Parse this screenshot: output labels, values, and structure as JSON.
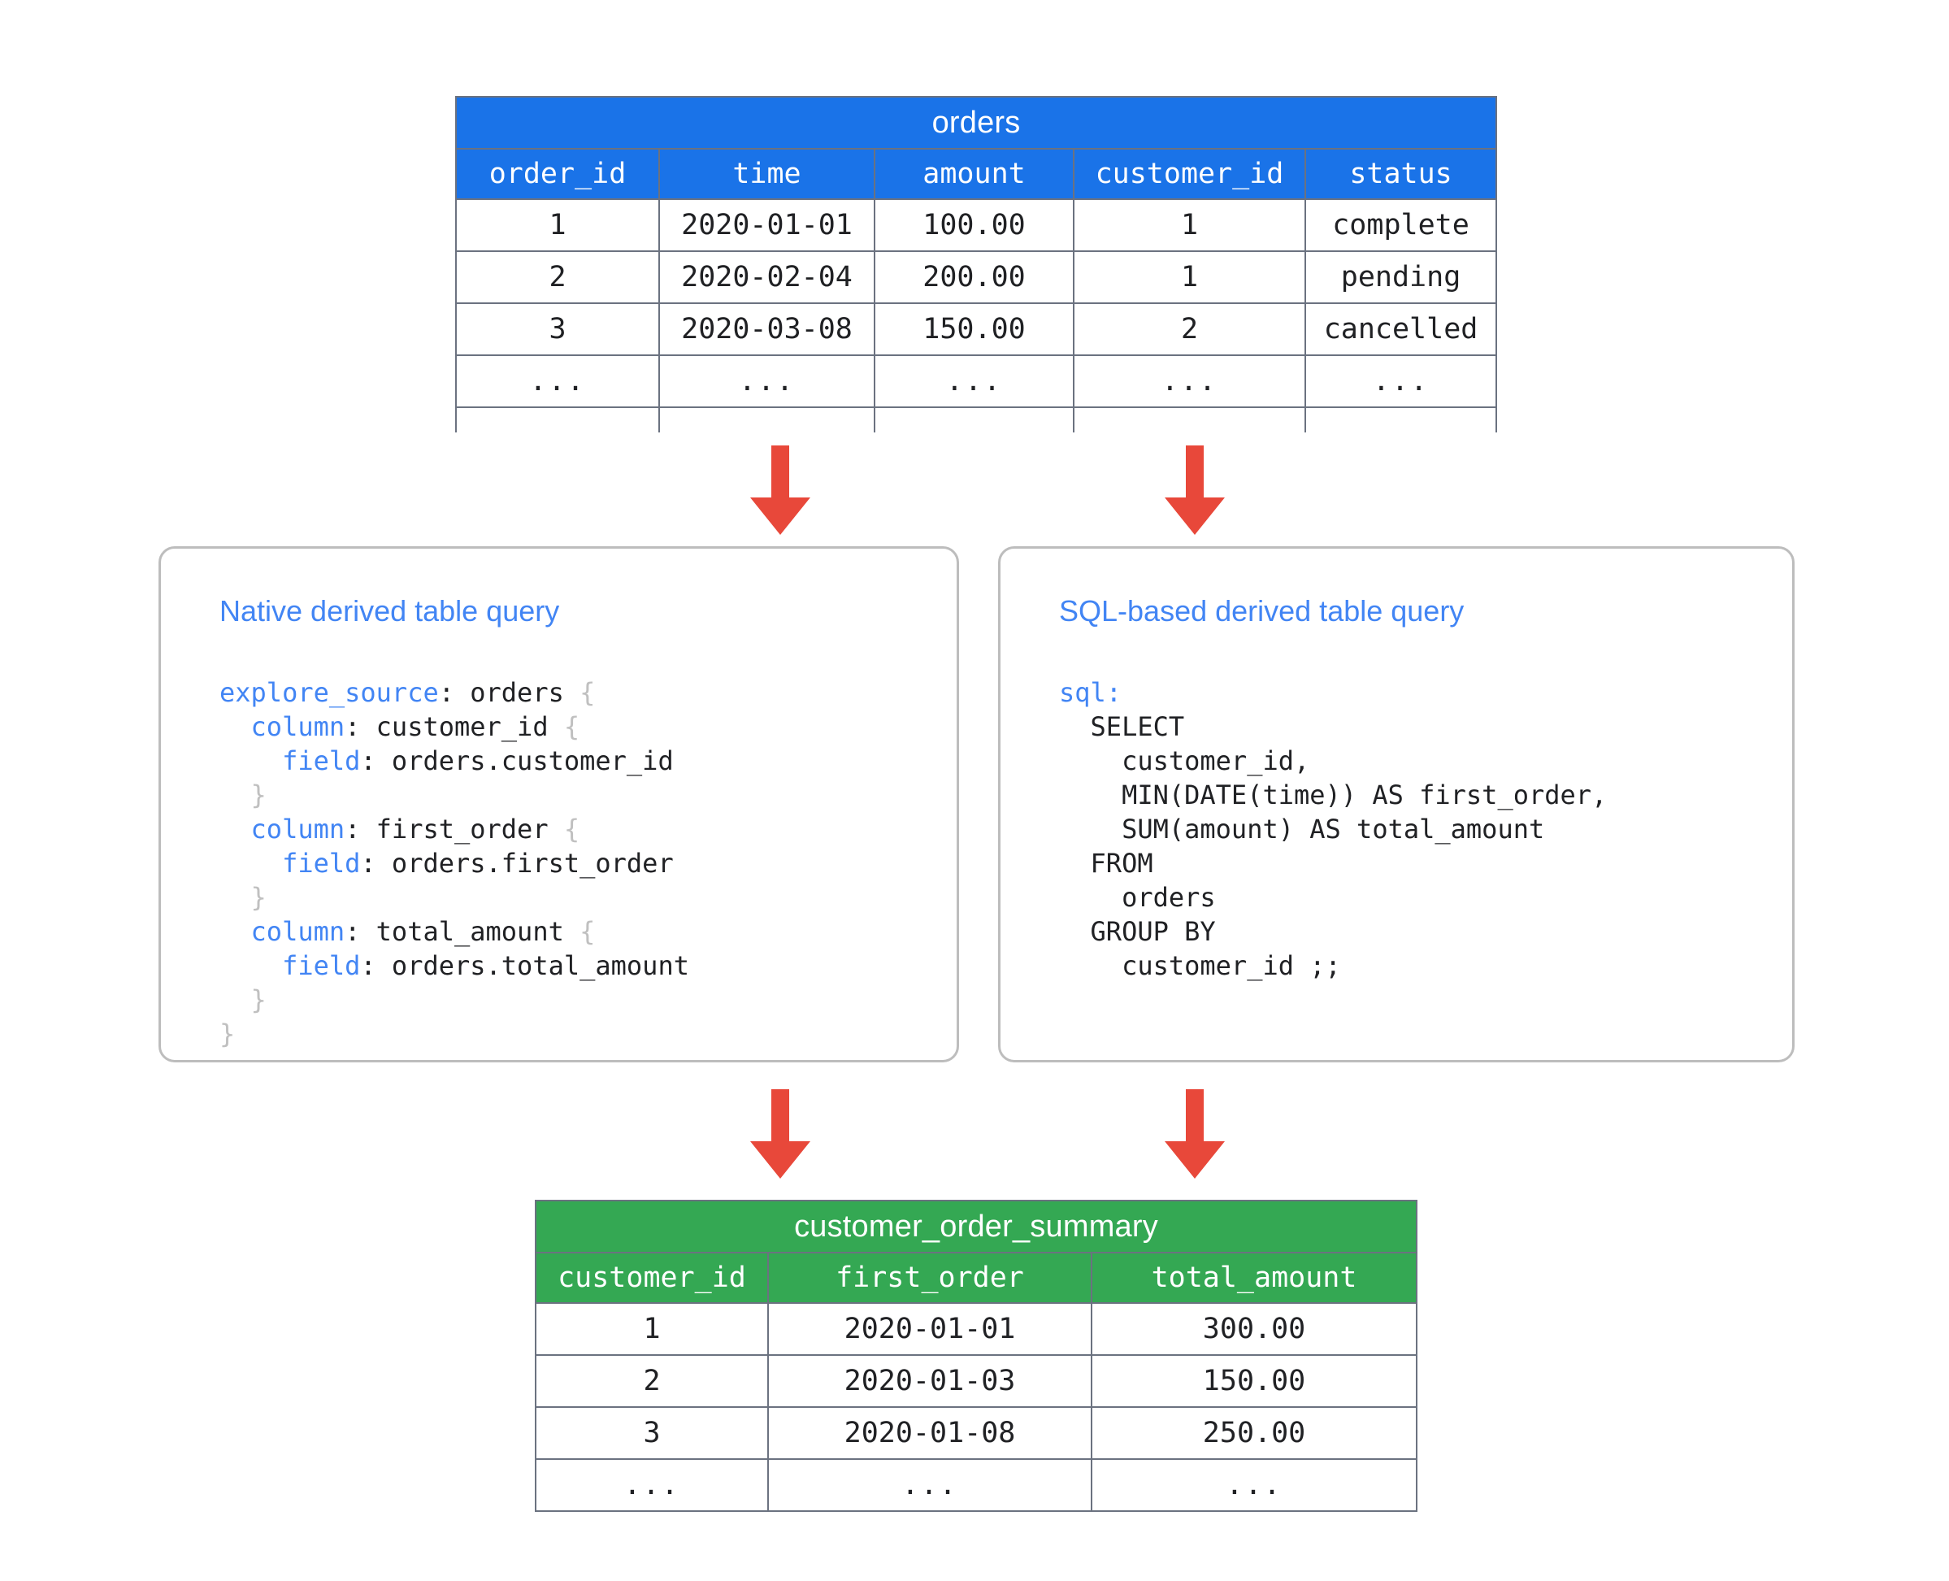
{
  "diagram": {
    "title": "Looker derived table diagram",
    "accent_blue": "#1a73e8",
    "accent_green": "#34a853",
    "arrow_color": "#e8483a",
    "card_title_color": "#4285f4"
  },
  "source_table": {
    "name": "orders",
    "columns": [
      "order_id",
      "time",
      "amount",
      "customer_id",
      "status"
    ],
    "rows": [
      [
        "1",
        "2020-01-01",
        "100.00",
        "1",
        "complete"
      ],
      [
        "2",
        "2020-02-04",
        "200.00",
        "1",
        "pending"
      ],
      [
        "3",
        "2020-03-08",
        "150.00",
        "2",
        "cancelled"
      ],
      [
        "...",
        "...",
        "...",
        "...",
        "..."
      ]
    ]
  },
  "result_table": {
    "name": "customer_order_summary",
    "columns": [
      "customer_id",
      "first_order",
      "total_amount"
    ],
    "rows": [
      [
        "1",
        "2020-01-01",
        "300.00"
      ],
      [
        "2",
        "2020-01-03",
        "150.00"
      ],
      [
        "3",
        "2020-01-08",
        "250.00"
      ],
      [
        "...",
        "...",
        "..."
      ]
    ]
  },
  "native_card": {
    "title": "Native derived table query",
    "code_lines": [
      [
        {
          "t": "explore_source",
          "c": "kw"
        },
        {
          "t": ": orders ",
          "c": ""
        },
        {
          "t": "{",
          "c": "brc"
        }
      ],
      [
        {
          "t": "  ",
          "c": ""
        },
        {
          "t": "column",
          "c": "kw"
        },
        {
          "t": ": customer_id ",
          "c": ""
        },
        {
          "t": "{",
          "c": "brc"
        }
      ],
      [
        {
          "t": "    ",
          "c": ""
        },
        {
          "t": "field",
          "c": "kw"
        },
        {
          "t": ": orders.customer_id",
          "c": ""
        }
      ],
      [
        {
          "t": "  ",
          "c": ""
        },
        {
          "t": "}",
          "c": "brc"
        }
      ],
      [
        {
          "t": "  ",
          "c": ""
        },
        {
          "t": "column",
          "c": "kw"
        },
        {
          "t": ": first_order ",
          "c": ""
        },
        {
          "t": "{",
          "c": "brc"
        }
      ],
      [
        {
          "t": "    ",
          "c": ""
        },
        {
          "t": "field",
          "c": "kw"
        },
        {
          "t": ": orders.first_order",
          "c": ""
        }
      ],
      [
        {
          "t": "  ",
          "c": ""
        },
        {
          "t": "}",
          "c": "brc"
        }
      ],
      [
        {
          "t": "  ",
          "c": ""
        },
        {
          "t": "column",
          "c": "kw"
        },
        {
          "t": ": total_amount ",
          "c": ""
        },
        {
          "t": "{",
          "c": "brc"
        }
      ],
      [
        {
          "t": "    ",
          "c": ""
        },
        {
          "t": "field",
          "c": "kw"
        },
        {
          "t": ": orders.total_amount",
          "c": ""
        }
      ],
      [
        {
          "t": "  ",
          "c": ""
        },
        {
          "t": "}",
          "c": "brc"
        }
      ],
      [
        {
          "t": "}",
          "c": "brc"
        }
      ]
    ]
  },
  "sql_card": {
    "title": "SQL-based derived table query",
    "code_lines": [
      [
        {
          "t": "sql:",
          "c": "kw"
        }
      ],
      [
        {
          "t": "  SELECT",
          "c": ""
        }
      ],
      [
        {
          "t": "    customer_id,",
          "c": ""
        }
      ],
      [
        {
          "t": "    MIN(DATE(time)) AS first_order,",
          "c": ""
        }
      ],
      [
        {
          "t": "    SUM(amount) AS total_amount",
          "c": ""
        }
      ],
      [
        {
          "t": "  FROM",
          "c": ""
        }
      ],
      [
        {
          "t": "    orders",
          "c": ""
        }
      ],
      [
        {
          "t": "  GROUP BY",
          "c": ""
        }
      ],
      [
        {
          "t": "    customer_id ;;",
          "c": ""
        }
      ]
    ]
  },
  "arrows": [
    {
      "name": "arrow-orders-to-native",
      "label": "down-arrow-icon"
    },
    {
      "name": "arrow-orders-to-sql",
      "label": "down-arrow-icon"
    },
    {
      "name": "arrow-native-to-summary",
      "label": "down-arrow-icon"
    },
    {
      "name": "arrow-sql-to-summary",
      "label": "down-arrow-icon"
    }
  ]
}
